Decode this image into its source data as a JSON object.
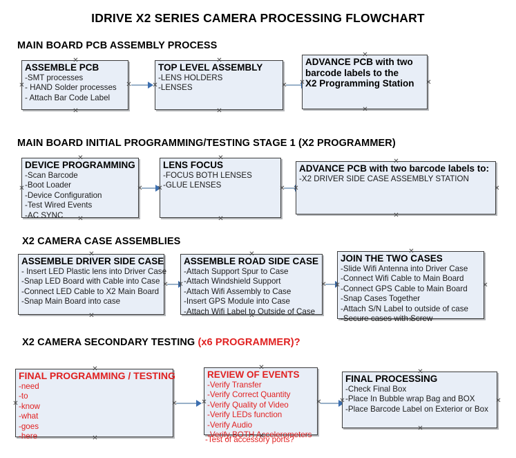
{
  "document": {
    "title": "IDRIVE X2  SERIES CAMERA PROCESSING FLOWCHART"
  },
  "sections": [
    {
      "id": "main-board-pcb-assembly-process",
      "title": "MAIN BOARD PCB ASSEMBLY PROCESS",
      "title_accent": "",
      "boxes": [
        {
          "id": "assemble-pcb",
          "header": "ASSEMBLE PCB",
          "lines": [
            "-SMT processes",
            "- HAND Solder processes",
            "- Attach Bar Code Label"
          ]
        },
        {
          "id": "top-level-assembly",
          "header": "TOP LEVEL ASSEMBLY",
          "lines": [
            "-LENS HOLDERS",
            "-LENSES"
          ]
        },
        {
          "id": "advance-pcb-programming-station",
          "header": "ADVANCE PCB with two",
          "header_line2": "barcode labels to the",
          "header_line3": " X2 Programming Station",
          "lines": []
        }
      ]
    },
    {
      "id": "main-board-initial-programming",
      "title": "MAIN BOARD INITIAL PROGRAMMING/TESTING STAGE 1 (X2 PROGRAMMER)",
      "title_accent": "",
      "boxes": [
        {
          "id": "device-programming",
          "header": "DEVICE PROGRAMMING",
          "lines": [
            "-Scan Barcode",
            "-Boot Loader",
            "-Device Configuration",
            "-Test Wired Events",
            "-AC SYNC"
          ]
        },
        {
          "id": "lens-focus",
          "header": "LENS FOCUS",
          "lines": [
            "-FOCUS BOTH LENSES",
            "-GLUE LENSES"
          ]
        },
        {
          "id": "advance-pcb-driver-side",
          "header": "ADVANCE PCB with two barcode labels to:",
          "lines": [
            "-X2 DRIVER  SIDE  CASE  ASSEMBLY STATION"
          ]
        }
      ]
    },
    {
      "id": "x2-camera-case-assemblies",
      "title": "X2 CAMERA CASE ASSEMBLIES",
      "title_accent": "",
      "boxes": [
        {
          "id": "assemble-driver-side-case",
          "header": "ASSEMBLE DRIVER SIDE CASE",
          "lines": [
            "- Insert LED Plastic lens into Driver Case",
            "-Snap LED Board with Cable into Case",
            "-Connect LED Cable to X2 Main Board",
            "-Snap Main Board into case"
          ]
        },
        {
          "id": "assemble-road-side-case",
          "header": "ASSEMBLE ROAD SIDE CASE",
          "lines": [
            "-Attach Support Spur to Case",
            "-Attach Windshield Support",
            "-Attach Wifi Assembly to Case",
            "-Insert GPS Module into Case",
            "-Attach Wifi Label to Outside of Case"
          ]
        },
        {
          "id": "join-the-two-cases",
          "header": "JOIN THE TWO CASES",
          "lines": [
            "-Slide Wifi Antenna into Driver Case",
            "-Connect Wifi Cable to Main Board",
            "-Connect GPS Cable to Main Board",
            "-Snap Cases Together",
            "-Attach S/N Label to outside of case",
            "-Secure cases with Screw"
          ]
        }
      ]
    },
    {
      "id": "x2-camera-secondary-testing",
      "title": "X2 CAMERA SECONDARY TESTING ",
      "title_accent": "(x6 PROGRAMMER)?",
      "boxes": [
        {
          "id": "final-programming-testing",
          "header": "FINAL PROGRAMMING / TESTING",
          "lines": [
            "-need",
            "-to",
            "-know",
            "-what",
            "-goes",
            "-here"
          ]
        },
        {
          "id": "review-of-events",
          "header": "REVIEW OF EVENTS",
          "lines": [
            "-Verify Transfer",
            "-Verify Correct Quantity",
            "-Verify Quality of Video",
            "-Verify LEDs function",
            "-Verify Audio",
            "-Verify BOTH Accelerometers"
          ],
          "overflow_line": "-Test of accessory ports?"
        },
        {
          "id": "final-processing",
          "header": "FINAL PROCESSING",
          "lines": [
            " -Check Final Box",
            "-Place In Bubble wrap Bag and BOX",
            "-Place Barcode Label on Exterior or Box"
          ]
        }
      ]
    }
  ],
  "colors": {
    "box_fill": "#e8eef7",
    "box_border": "#3b3b3b",
    "connector": "#98b0c8",
    "arrow": "#3c6fb0",
    "accent_red": "#e02020",
    "text": "#000000"
  },
  "icons": {
    "connection_handle": "x-handle-icon",
    "arrow_head": "arrow-right-icon"
  }
}
